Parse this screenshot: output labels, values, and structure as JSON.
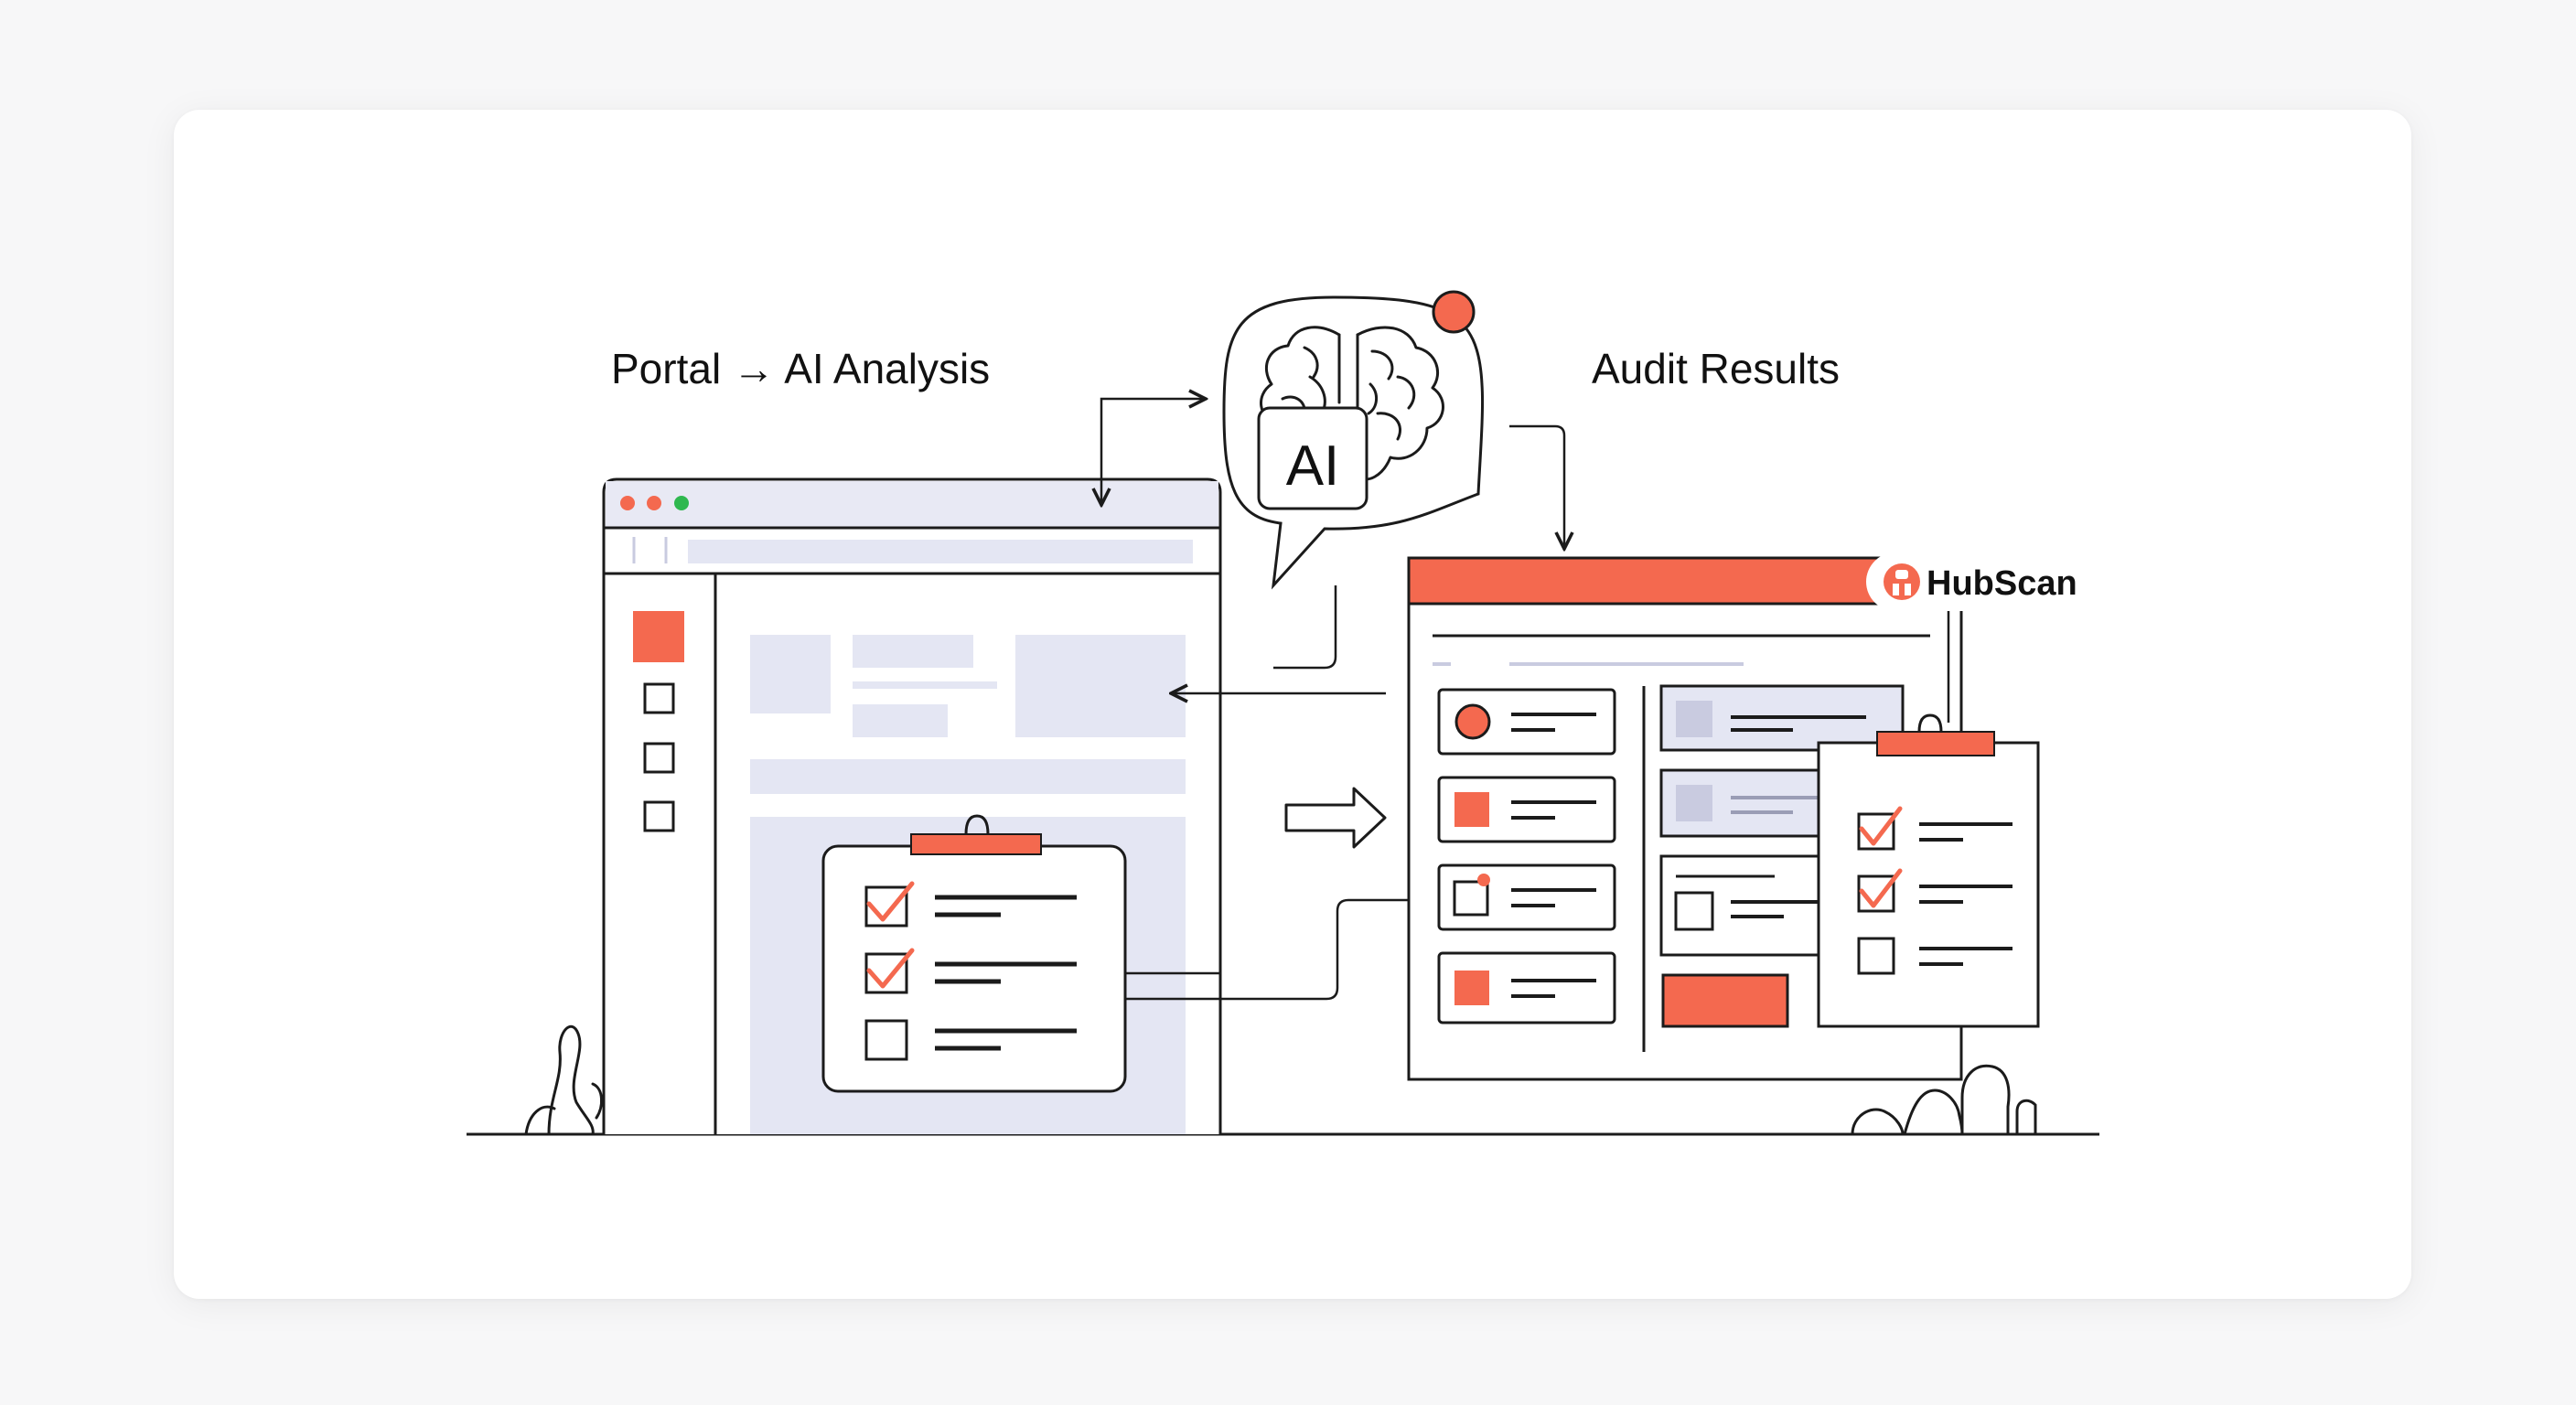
{
  "labels": {
    "left_heading": "Portal → AI Analysis",
    "right_heading": "Audit Results",
    "ai_badge": "AI",
    "brand": "HubScan"
  },
  "colors": {
    "accent": "#f4694f",
    "stroke": "#1b1b1b",
    "placeholder": "#e4e6f3",
    "dot_red": "#f4694f",
    "dot_orange": "#f4694f",
    "dot_green": "#2fb84f"
  },
  "icons": [
    "brain-icon",
    "checkmark-icon",
    "arrow-right-icon",
    "hubscan-logo-icon",
    "paperclip-icon"
  ]
}
